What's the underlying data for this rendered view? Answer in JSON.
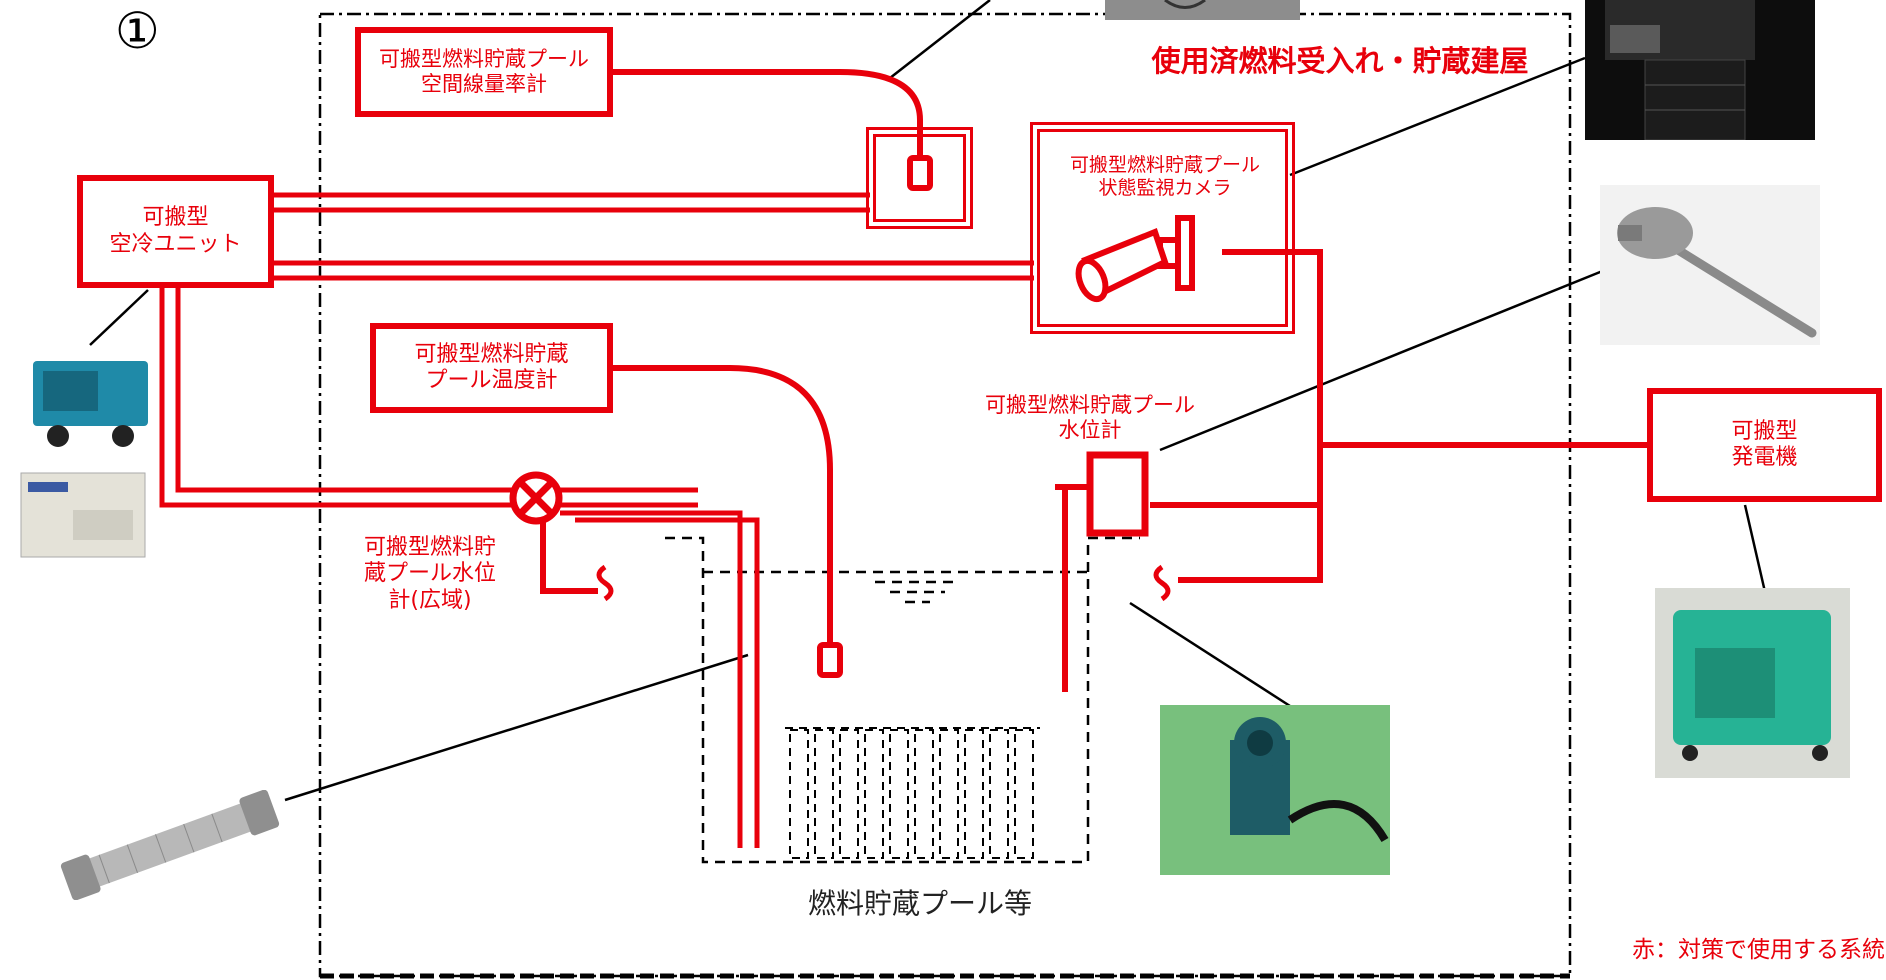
{
  "diagram": {
    "marker": "①",
    "building_title": "使用済燃料受入れ・貯蔵建屋",
    "components": {
      "air_cooling_unit": "可搬型\n空冷ユニット",
      "dose_rate_meter": "可搬型燃料貯蔵プール\n空間線量率計",
      "monitoring_camera": "可搬型燃料貯蔵プール\n状態監視カメラ",
      "temperature_meter": "可搬型燃料貯蔵\nプール温度計",
      "water_level_meter": "可搬型燃料貯蔵プール\n水位計",
      "wide_range_level_meter": "可搬型燃料貯\n蔵プール水位\n計(広域)",
      "generator": "可搬型\n発電機"
    },
    "pool_label": "燃料貯蔵プール等",
    "legend": "赤：対策で使用する系統",
    "colors": {
      "line": "#e8000b",
      "text": "#e8000b",
      "dashed": "#000000"
    }
  }
}
